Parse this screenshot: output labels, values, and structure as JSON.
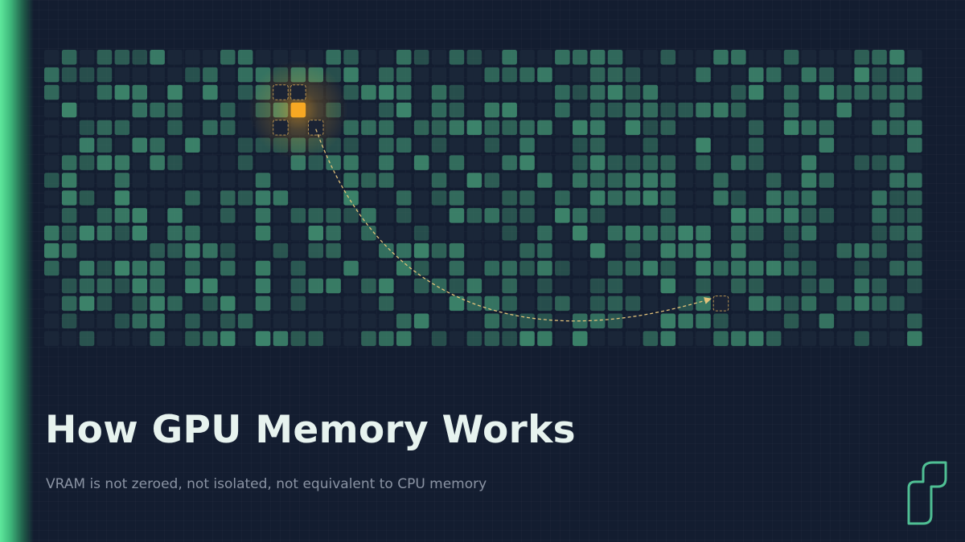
{
  "slide": {
    "title": "How GPU Memory Works",
    "subtitle": "VRAM is not zeroed, not isolated, not equivalent to CPU memory"
  },
  "memory_grid": {
    "columns": 50,
    "rows": 17,
    "highlight_cell": {
      "col": 14,
      "row": 3
    },
    "neighbor_cells": [
      {
        "col": 13,
        "row": 2
      },
      {
        "col": 14,
        "row": 2
      },
      {
        "col": 13,
        "row": 4
      },
      {
        "col": 15,
        "row": 4
      }
    ],
    "arrow_target_cell": {
      "col": 38,
      "row": 14
    }
  },
  "colors": {
    "background": "#131d30",
    "accent_bar": "#5ee89c",
    "cell_empty": "#1a2638",
    "cell_green": "#3f8a6e",
    "highlight": "#f7a823",
    "arrow": "#e3c27a",
    "logo": "#4fbf94"
  },
  "icons": {
    "logo": "logo-mark-icon"
  }
}
